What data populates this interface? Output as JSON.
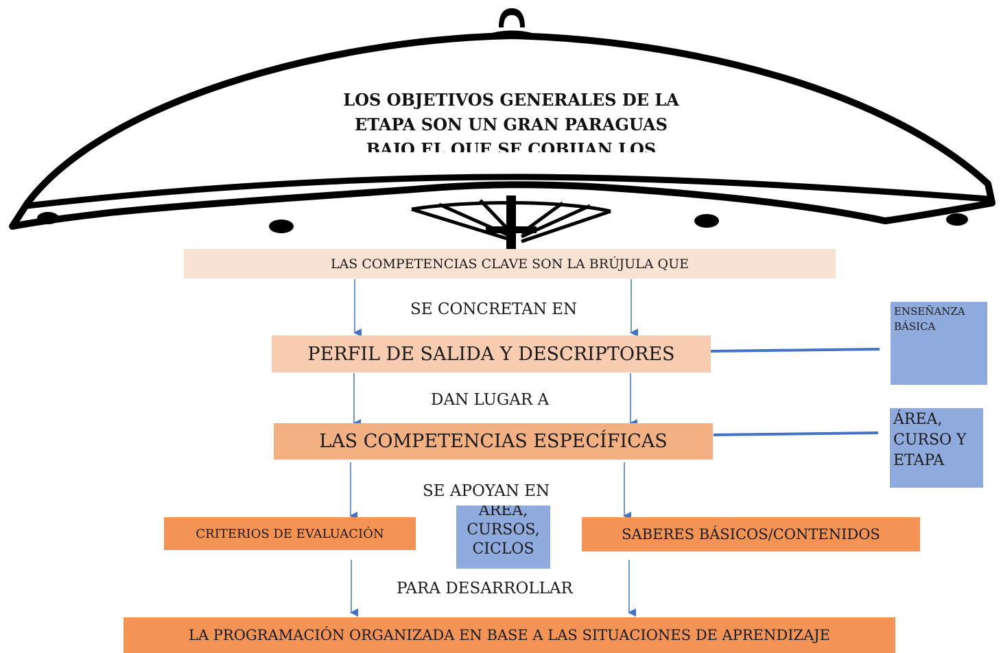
{
  "umbrella": {
    "title_lines": [
      "LOS OBJETIVOS GENERALES DE LA",
      "ETAPA SON UN GRAN PARAGUAS",
      "BAJO EL QUE SE COBIJAN LOS"
    ]
  },
  "boxes": {
    "brujula": "LAS COMPETENCIAS CLAVE SON LA BRÚJULA QUE",
    "perfil": "PERFIL DE SALIDA Y DESCRIPTORES",
    "especificas": "LAS COMPETENCIAS ESPECÍFICAS",
    "criterios": "CRITERIOS DE EVALUACIÓN",
    "saberes": "SABERES BÁSICOS/CONTENIDOS",
    "programacion": "LA PROGRAMACIÓN ORGANIZADA EN BASE A LAS SITUACIONES DE APRENDIZAJE"
  },
  "connectors": {
    "concretan": "SE CONCRETAN EN",
    "dan_lugar": "DAN LUGAR A",
    "apoyan": "SE APOYAN EN",
    "desarrollar": "PARA DESARROLLAR"
  },
  "side_notes": {
    "ensenanza": [
      "ENSEÑANZA",
      "BÁSICA"
    ],
    "area_curso_etapa": [
      "ÁREA,",
      "CURSO Y",
      "ETAPA"
    ],
    "area_cursos_ciclos": [
      "ÁREA,",
      "CURSOS,",
      "CICLOS"
    ]
  },
  "colors": {
    "arrow": "#4472c4",
    "box_light": "#f8e2d4",
    "box_mid": "#f7ccb0",
    "box_strong": "#f2b083",
    "box_orange": "#f39456",
    "side_blue": "#8faadc"
  }
}
